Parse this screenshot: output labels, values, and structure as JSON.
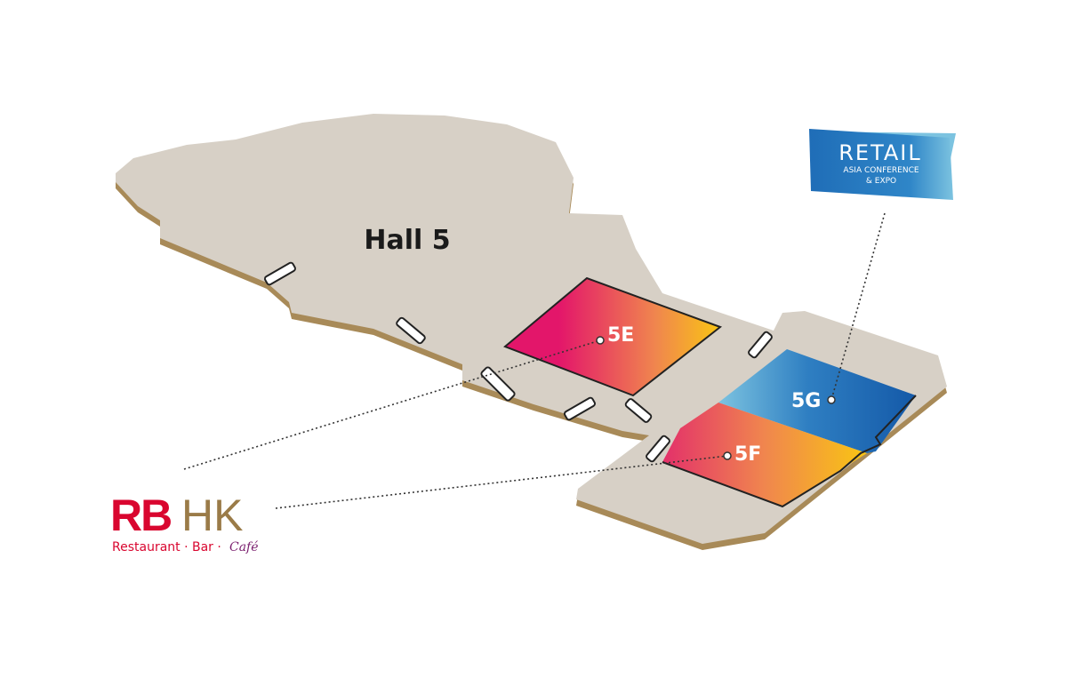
{
  "hall": {
    "name": "Hall 5"
  },
  "zones": [
    {
      "id": "5E",
      "label": "5E"
    },
    {
      "id": "5F",
      "label": "5F"
    },
    {
      "id": "5G",
      "label": "5G"
    }
  ],
  "logos": {
    "retail": {
      "title": "RETAIL",
      "line2": "ASIA CONFERENCE",
      "line3": "& EXPO",
      "color": "#2f7fc2"
    },
    "rbhk": {
      "rb": "RBHK_RB",
      "rb_text": "RB",
      "hk_text": "HK",
      "tagline_a": "Restaurant · Bar ·",
      "tagline_b": "Café",
      "red": "#d9062f",
      "gold": "#9a7b48",
      "purple": "#7a1f6e"
    }
  },
  "colors": {
    "floor": "#d7d0c6",
    "edge": "#a88a58",
    "outline": "#2a2a2a"
  }
}
